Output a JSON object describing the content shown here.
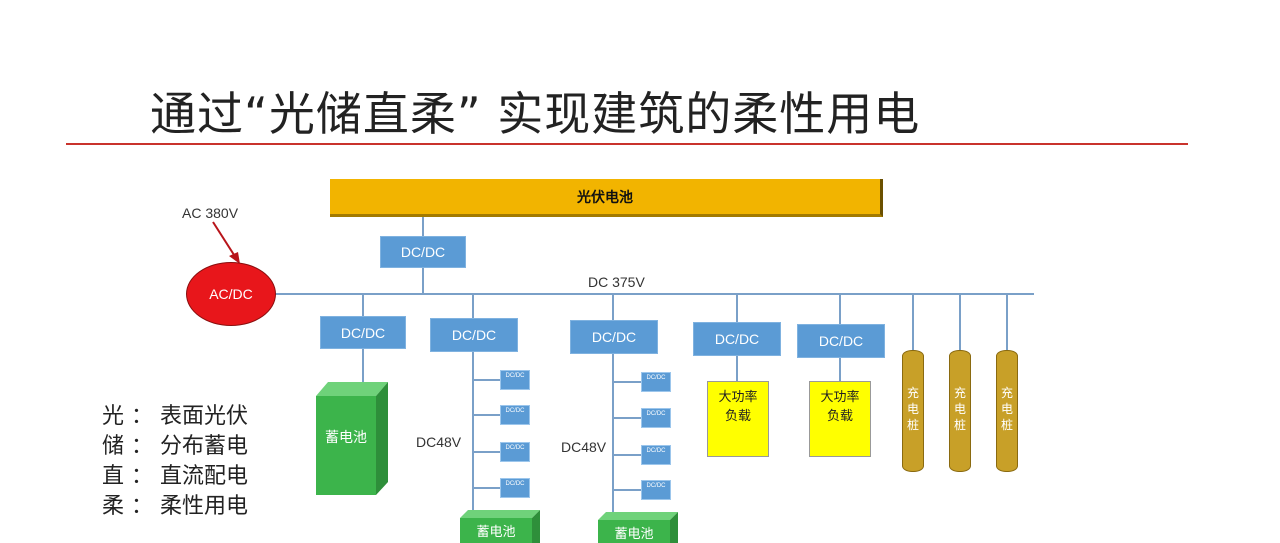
{
  "title": "通过“光储直柔” 实现建筑的柔性用电",
  "pv_label": "光伏电池",
  "ac_label": "AC 380V",
  "acdc_label": "AC/DC",
  "bus_label": "DC 375V",
  "dcdc_label": "DC/DC",
  "mini_label": "DC/DC",
  "dc48_label": "DC48V",
  "battery_label": "蓄电池",
  "battery_main_label": "蓄电池",
  "high_power_load_label": "大功率负载",
  "charging_pile_label": "充电桩",
  "legend": [
    {
      "key": "光",
      "sep": "：",
      "text": "表面光伏"
    },
    {
      "key": "储",
      "sep": "：",
      "text": "分布蓄电"
    },
    {
      "key": "直",
      "sep": "：",
      "text": "直流配电"
    },
    {
      "key": "柔",
      "sep": "：",
      "text": "柔性用电"
    }
  ],
  "colors": {
    "pv": "#f2b400",
    "dcdc": "#5b9bd5",
    "acdc": "#e8161b",
    "battery": "#3cb44b",
    "load": "#ffff00",
    "pile": "#c8a028",
    "rule": "#c9332c"
  }
}
